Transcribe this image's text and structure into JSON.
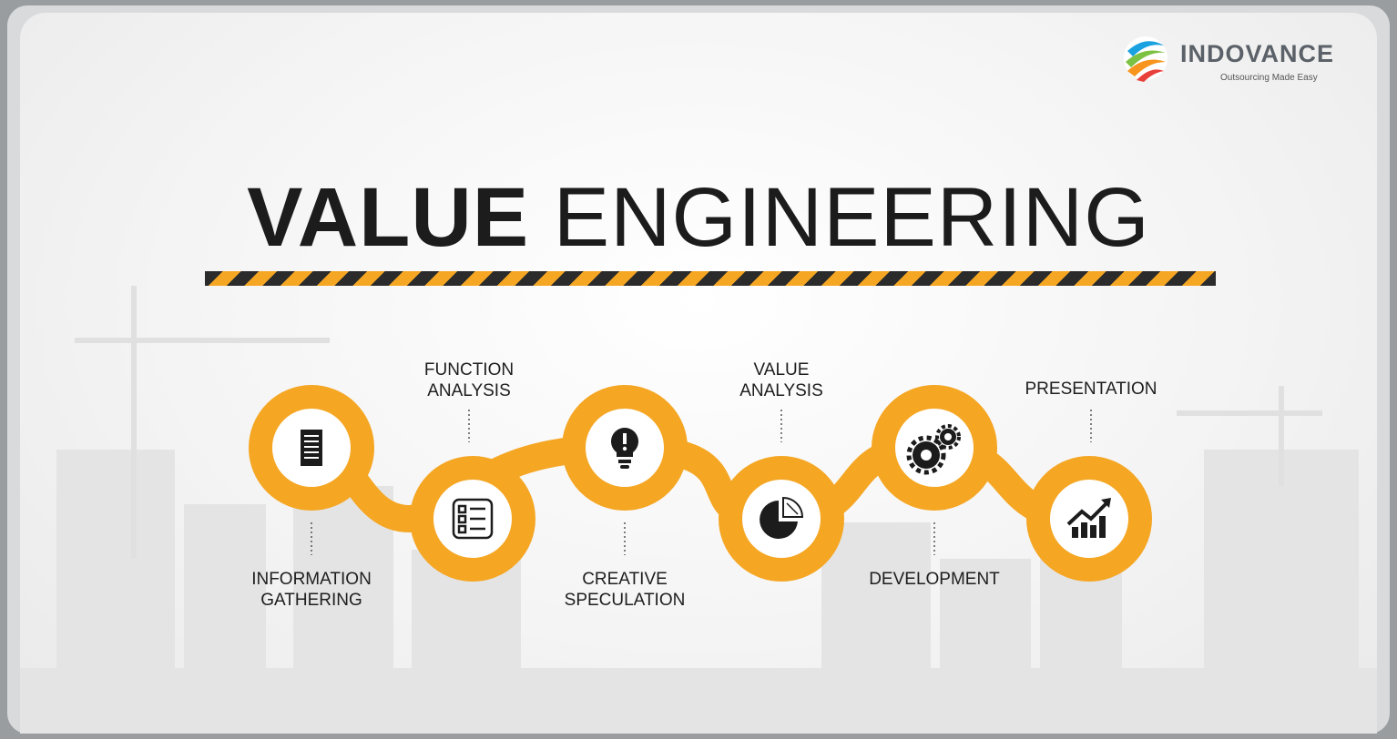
{
  "brand": {
    "name": "INDOVANCE",
    "tagline": "Outsourcing Made Easy"
  },
  "title": {
    "bold_word": "VALUE",
    "rest": "ENGINEERING"
  },
  "colors": {
    "accent": "#f5a623",
    "dark": "#1c1c1c",
    "background": "#f4f4f4"
  },
  "steps": [
    {
      "lines": [
        "INFORMATION",
        "GATHERING"
      ],
      "icon": "document-icon",
      "position": "below"
    },
    {
      "lines": [
        "FUNCTION",
        "ANALYSIS"
      ],
      "icon": "checklist-icon",
      "position": "above"
    },
    {
      "lines": [
        "CREATIVE",
        "SPECULATION"
      ],
      "icon": "lightbulb-icon",
      "position": "below"
    },
    {
      "lines": [
        "VALUE",
        "ANALYSIS"
      ],
      "icon": "pie-chart-icon",
      "position": "above"
    },
    {
      "lines": [
        "DEVELOPMENT"
      ],
      "icon": "gears-icon",
      "position": "below"
    },
    {
      "lines": [
        "PRESENTATION"
      ],
      "icon": "growth-chart-icon",
      "position": "above"
    }
  ]
}
